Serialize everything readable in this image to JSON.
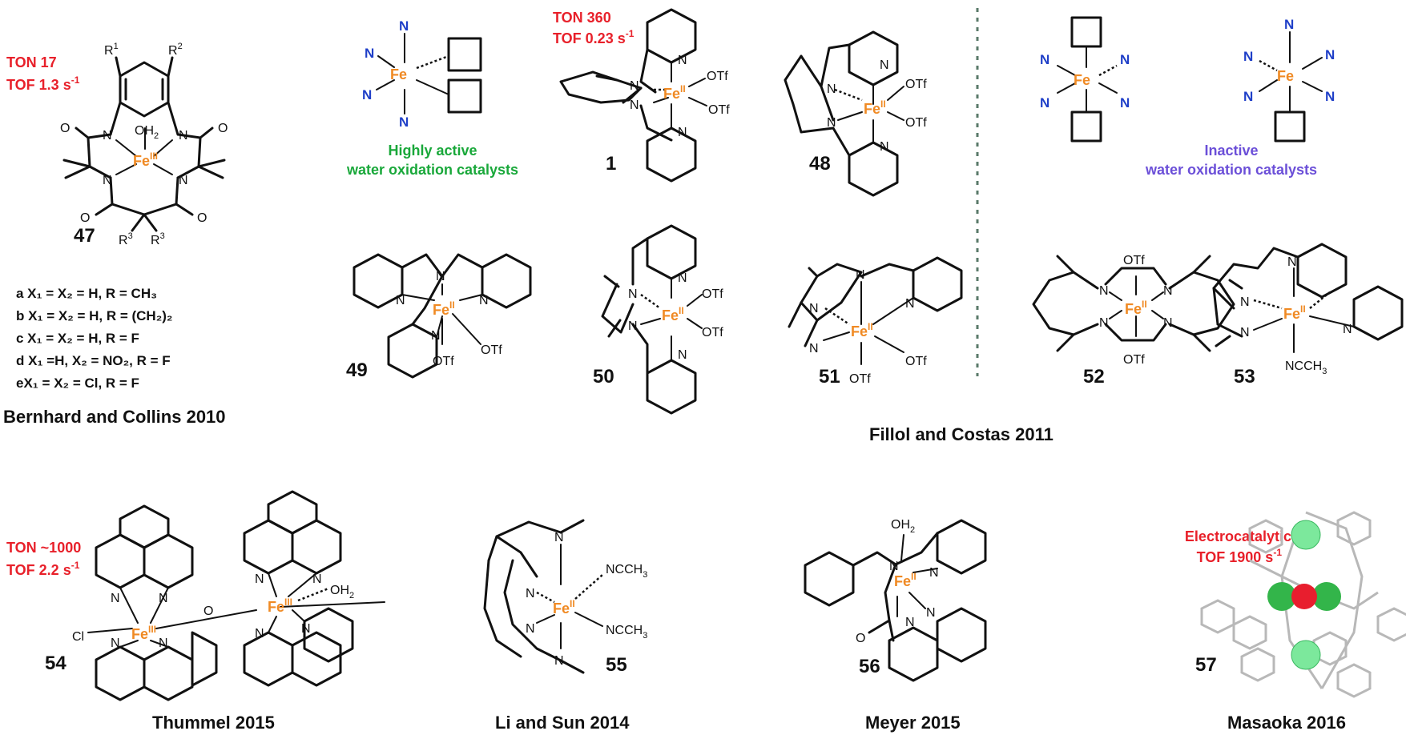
{
  "captions": {
    "bernhard": "Bernhard and Collins 2010",
    "fillol": "Fillol and Costas 2011",
    "thummel": "Thummel 2015",
    "lisun": "Li and Sun 2014",
    "meyer": "Meyer 2015",
    "masaoka": "Masaoka 2016"
  },
  "compound_numbers": {
    "c1": "1",
    "c47": "47",
    "c48": "48",
    "c49": "49",
    "c50": "50",
    "c51": "51",
    "c52": "52",
    "c53": "53",
    "c54": "54",
    "c55": "55",
    "c56": "56",
    "c57": "57"
  },
  "performance": {
    "c47_ton": "TON 17",
    "c47_tof": "TOF 1.3 s",
    "c1_ton": "TON 360",
    "c1_tof": "TOF 0.23 s",
    "c54_ton": "TON ~1000",
    "c54_tof": "TOF 2.2 s",
    "c57_line1": "Electrocatalytic",
    "c57_tof": "TOF 1900 s",
    "sup_minus1": "-1"
  },
  "legend": {
    "active_line1": "Highly active",
    "active_line2": "water oxidation catalysts",
    "inactive_line1": "Inactive",
    "inactive_line2": "water oxidation catalysts"
  },
  "variants_47": [
    "a X₁ = X₂ = H, R = CH₃",
    "b X₁ = X₂ = H, R = (CH₂)₂",
    "c X₁ = X₂ = H, R = F",
    "d X₁ =H, X₂ = NO₂, R = F",
    "eX₁ = X₂ = Cl, R = F"
  ],
  "atoms": {
    "fe": "Fe",
    "ox2": "II",
    "ox3": "III",
    "n": "N",
    "o": "O",
    "cl": "Cl",
    "otf": "OTf",
    "oh2": "OH",
    "ncch3": "NCCH",
    "r": "R",
    "sub1": "1",
    "sub2": "2",
    "sub3": "3",
    "h2sub": "2"
  },
  "colors": {
    "fe": "#f08a24",
    "ton_tof": "#e8202a",
    "active": "#19a83a",
    "inactive": "#6b4fd8",
    "n_ligand": "#1f3fc8"
  }
}
